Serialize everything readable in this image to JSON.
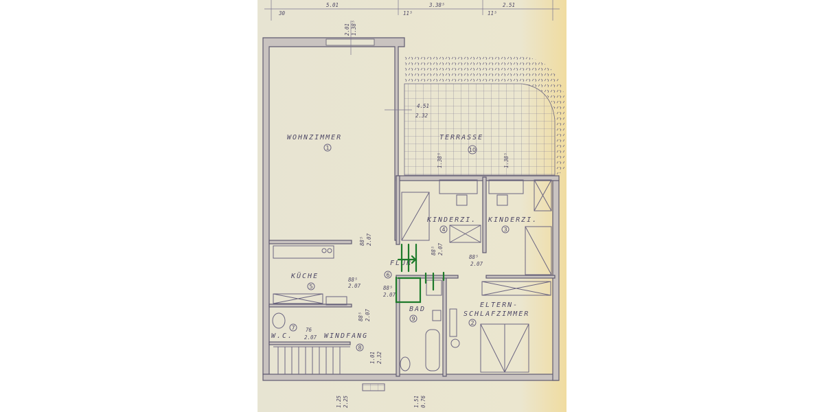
{
  "rooms": [
    {
      "id": "wohnzimmer",
      "label": "WOHNZIMMER",
      "number": "1"
    },
    {
      "id": "eltern",
      "label": "ELTERN-",
      "label2": "SCHLAFZIMMER",
      "number": "2"
    },
    {
      "id": "kinderzi3",
      "label": "KINDERZI.",
      "number": "3"
    },
    {
      "id": "kinderzi4",
      "label": "KINDERZI.",
      "number": "4"
    },
    {
      "id": "kueche",
      "label": "KÜCHE",
      "number": "5"
    },
    {
      "id": "flur",
      "label": "FLUR",
      "number": "6"
    },
    {
      "id": "wc",
      "label": "W.C.",
      "number": "7"
    },
    {
      "id": "windfang",
      "label": "WINDFANG",
      "number": "8"
    },
    {
      "id": "bad",
      "label": "BAD",
      "number": "9"
    },
    {
      "id": "terrasse",
      "label": "TERRASSE",
      "number": "10"
    }
  ],
  "dimensions": {
    "top": [
      "5.01",
      "3.38⁵",
      "2.51"
    ],
    "wall_offsets": [
      "30",
      "11⁵",
      "11⁵"
    ],
    "window_wohn": [
      "2.01",
      "1.38⁵"
    ],
    "terrace_door": [
      "4.51",
      "2.32"
    ],
    "kinder_windows": [
      "1.38⁵",
      "1.38⁵"
    ],
    "doors": [
      "88⁵",
      "2.07"
    ],
    "wc_door": [
      "76",
      "2.07"
    ],
    "entry_door": [
      "1.01",
      "2.32"
    ],
    "entry_window": [
      "1.25",
      "2.25"
    ],
    "bad_window": [
      "1.51",
      "0.76"
    ]
  },
  "colors": {
    "paper": "#e8e4d0",
    "ink": "#5f5a70",
    "annotation": "#1d7a2a"
  }
}
